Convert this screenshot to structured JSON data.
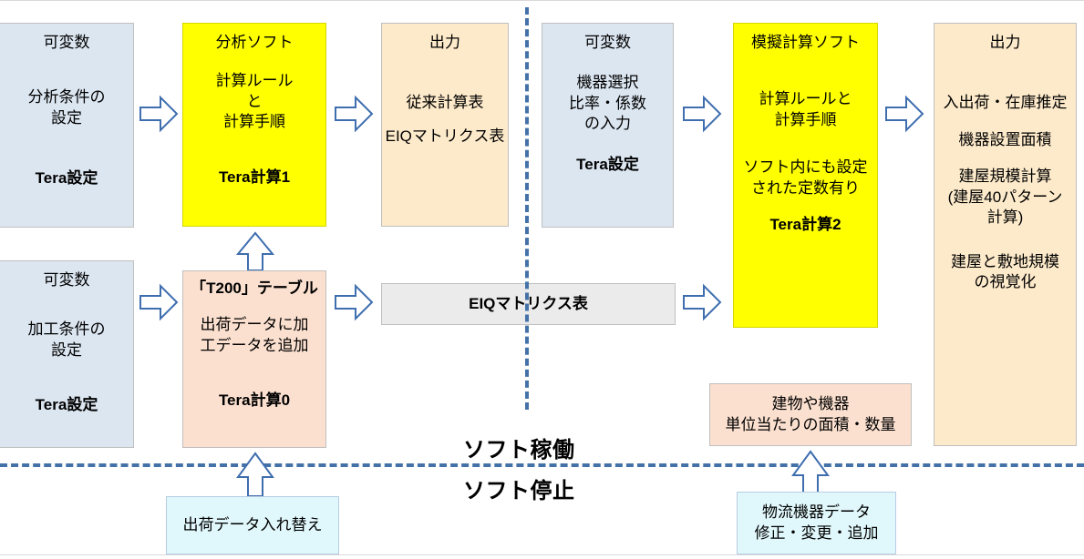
{
  "diagram": {
    "title_labels": {
      "software_running": "ソフト稼働",
      "software_stopped": "ソフト停止"
    },
    "colors": {
      "blue_fill": "#dce6f1",
      "yellow_fill": "#ffff00",
      "cream_fill": "#fdeaca",
      "peach_fill": "#fbe0cf",
      "grey_fill": "#ebebeb",
      "cyan_fill": "#e0f7fb",
      "arrow_stroke": "#3f6eaf",
      "dashed_line": "#4472a8",
      "box_border": "#bfbfbf"
    },
    "boxes": {
      "variables_analysis": {
        "heading": "可変数",
        "line1": "分析条件の",
        "line2": "設定",
        "footer": "Tera設定"
      },
      "analysis_software": {
        "heading": "分析ソフト",
        "line1": "計算ルール",
        "line2": "と",
        "line3": "計算手順",
        "footer": "Tera計算1"
      },
      "output_left": {
        "heading": "出力",
        "line1": "従来計算表",
        "line2": "EIQマトリクス表"
      },
      "variables_equipment": {
        "heading": "可変数",
        "line1": "機器選択",
        "line2": "比率・係数",
        "line3": "の入力",
        "footer": "Tera設定"
      },
      "simulation_software": {
        "heading": "模擬計算ソフト",
        "line1": "計算ルールと",
        "line2": "計算手順",
        "line3": "ソフト内にも設定",
        "line4": "された定数有り",
        "footer": "Tera計算2"
      },
      "output_right": {
        "heading": "出力",
        "line1": "入出荷・在庫推定",
        "line2": "機器設置面積",
        "line3": "建屋規模計算",
        "line4": "(建屋40パターン",
        "line5": "計算)",
        "line6": "建屋と敷地規模",
        "line7": "の視覚化"
      },
      "variables_processing": {
        "heading": "可変数",
        "line1": "加工条件の",
        "line2": "設定",
        "footer": "Tera設定"
      },
      "t200_table": {
        "heading": "「T200」テーブル",
        "line1": "出荷データに加",
        "line2": "工データを追加",
        "footer": "Tera計算0"
      },
      "eiq_matrix": {
        "label": "EIQマトリクス表"
      },
      "building_equipment": {
        "line1": "建物や機器",
        "line2": "単位当たりの面積・数量"
      },
      "shipping_data_swap": {
        "label": "出荷データ入れ替え"
      },
      "logistics_equipment_data": {
        "line1": "物流機器データ",
        "line2": "修正・変更・追加"
      }
    },
    "arrows": {
      "a1": "right-block-arrow",
      "a2": "right-block-arrow",
      "a3": "right-block-arrow",
      "a4": "right-block-arrow",
      "a5": "right-block-arrow",
      "a6": "right-block-arrow",
      "a7": "right-block-arrow",
      "up1": "up-block-arrow",
      "up2": "up-block-arrow",
      "up3": "up-block-arrow"
    }
  }
}
